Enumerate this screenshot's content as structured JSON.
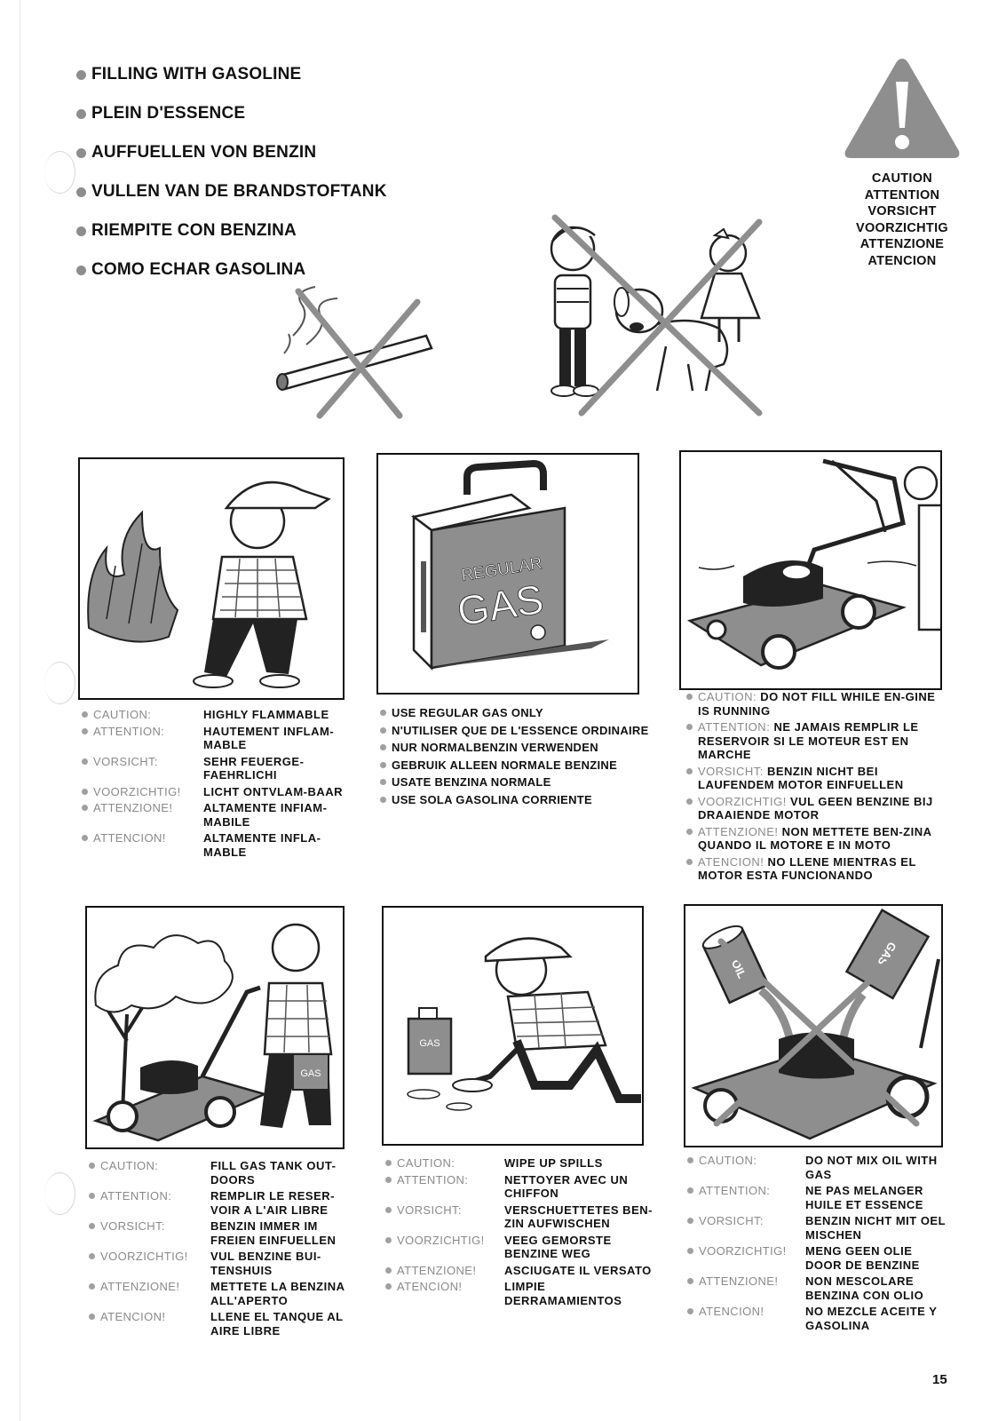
{
  "titles": [
    "FILLING WITH GASOLINE",
    "PLEIN D'ESSENCE",
    "AUFFUELLEN VON BENZIN",
    "VULLEN VAN DE BRANDSTOFTANK",
    "RIEMPITE CON BENZINA",
    "COMO ECHAR GASOLINA"
  ],
  "warning_words": [
    "CAUTION",
    "ATTENTION",
    "VORSICHT",
    "VOORZICHTIG",
    "ATTENZIONE",
    "ATENCION"
  ],
  "can_label": {
    "line1": "REGULAR",
    "line2": "GAS"
  },
  "small_gas_label": "GAS",
  "oil_label": "OIL",
  "panels": {
    "p1": [
      {
        "label": "CAUTION:",
        "text": "HIGHLY FLAMMABLE"
      },
      {
        "label": "ATTENTION:",
        "text": "HAUTEMENT INFLAM-MABLE"
      },
      {
        "label": "VORSICHT:",
        "text": "SEHR FEUERGE-FAEHRLICHI"
      },
      {
        "label": "VOORZICHTIG!",
        "text": "LICHT ONTVLAM-BAAR"
      },
      {
        "label": "ATTENZIONE!",
        "text": "ALTAMENTE INFIAM-MABILE"
      },
      {
        "label": "ATTENCION!",
        "text": "ALTAMENTE INFLA-MABLE"
      }
    ],
    "p2": [
      "USE REGULAR GAS ONLY",
      "N'UTILISER QUE DE L'ESSENCE ORDINAIRE",
      "NUR NORMALBENZIN VERWENDEN",
      "GEBRUIK ALLEEN NORMALE BENZINE",
      "USATE BENZINA NORMALE",
      "USE SOLA GASOLINA CORRIENTE"
    ],
    "p3": [
      {
        "label": "CAUTION:",
        "text": "DO NOT FILL WHILE EN-GINE IS RUNNING"
      },
      {
        "label": "ATTENTION:",
        "text": "NE JAMAIS REMPLIR LE RESERVOIR SI LE MOTEUR EST EN MARCHE"
      },
      {
        "label": "VORSICHT:",
        "text": "BENZIN NICHT BEI LAUFENDEM MOTOR EINFUELLEN"
      },
      {
        "label": "VOORZICHTIG!",
        "text": "VUL GEEN BENZINE BIJ DRAAIENDE MOTOR"
      },
      {
        "label": "ATTENZIONE!",
        "text": "NON METTETE BEN-ZINA QUANDO IL MOTORE E IN MOTO"
      },
      {
        "label": "ATENCION!",
        "text": "NO LLENE MIENTRAS EL MOTOR ESTA FUNCIONANDO"
      }
    ],
    "p4": [
      {
        "label": "CAUTION:",
        "text": "FILL GAS TANK OUT-DOORS"
      },
      {
        "label": "ATTENTION:",
        "text": "REMPLIR LE RESER-VOIR A L'AIR LIBRE"
      },
      {
        "label": "VORSICHT:",
        "text": "BENZIN IMMER IM FREIEN EINFUELLEN"
      },
      {
        "label": "VOORZICHTIG!",
        "text": "VUL BENZINE BUI-TENSHUIS"
      },
      {
        "label": "ATTENZIONE!",
        "text": "METTETE LA BENZINA ALL'APERTO"
      },
      {
        "label": "ATENCION!",
        "text": "LLENE EL TANQUE AL AIRE LIBRE"
      }
    ],
    "p5": [
      {
        "label": "CAUTION:",
        "text": "WIPE UP SPILLS"
      },
      {
        "label": "ATTENTION:",
        "text": "NETTOYER AVEC UN CHIFFON"
      },
      {
        "label": "VORSICHT:",
        "text": "VERSCHUETTETES BEN-ZIN AUFWISCHEN"
      },
      {
        "label": "VOORZICHTIG!",
        "text": "VEEG GEMORSTE BENZINE WEG"
      },
      {
        "label": "ATTENZIONE!",
        "text": "ASCIUGATE IL VERSATO"
      },
      {
        "label": "ATENCION!",
        "text": "LIMPIE DERRAMAMIENTOS"
      }
    ],
    "p6": [
      {
        "label": "CAUTION:",
        "text": "DO NOT MIX OIL WITH GAS"
      },
      {
        "label": "ATTENTION:",
        "text": "NE PAS MELANGER HUILE ET ESSENCE"
      },
      {
        "label": "VORSICHT:",
        "text": "BENZIN NICHT MIT OEL MISCHEN"
      },
      {
        "label": "VOORZICHTIG!",
        "text": "MENG GEEN OLIE DOOR DE BENZINE"
      },
      {
        "label": "ATTENZIONE!",
        "text": "NON MESCOLARE BENZINA CON OLIO"
      },
      {
        "label": "ATENCION!",
        "text": "NO MEZCLE ACEITE Y GASOLINA"
      }
    ]
  },
  "page_number": "15"
}
